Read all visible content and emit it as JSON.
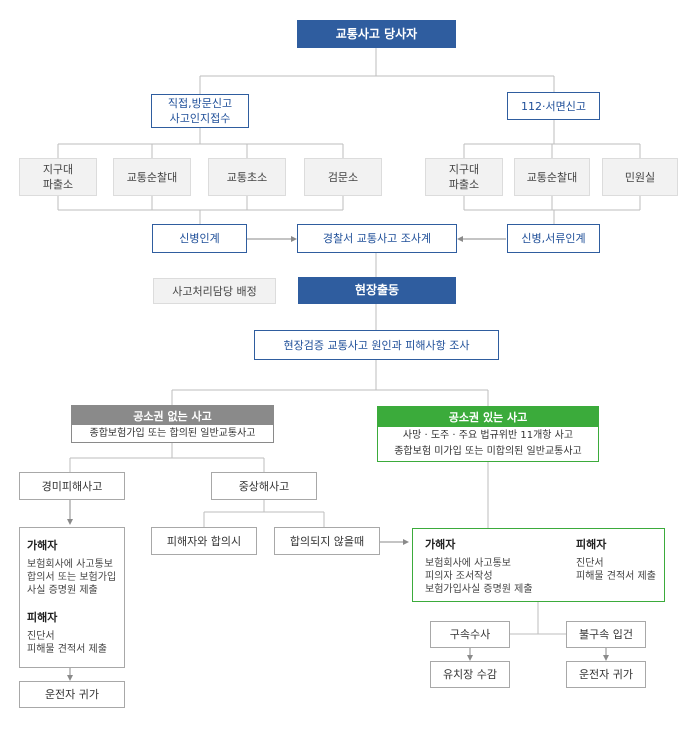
{
  "top": {
    "title": "교통사고 당사자"
  },
  "report": {
    "visit": [
      "직접,방문신고",
      "사고인지접수"
    ],
    "phone": "112·서면신고"
  },
  "offices_left": [
    [
      "지구대",
      "파출소"
    ],
    [
      "교통순찰대"
    ],
    [
      "교통초소"
    ],
    [
      "검문소"
    ]
  ],
  "offices_right": [
    [
      "지구대",
      "파출소"
    ],
    [
      "교통순찰대"
    ],
    [
      "민원실"
    ]
  ],
  "handover": {
    "left": "신병인계",
    "center": "경찰서 교통사고 조사계",
    "right": "신병,서류인계"
  },
  "dispatch": {
    "assign": "사고처리담당 배정",
    "title": "현장출동"
  },
  "investigate": {
    "title": "현장검증 교통사고 원인과 피해사항 조사"
  },
  "no_indict": {
    "title": "공소권 없는 사고",
    "desc": "종합보험가입 또는 합의된 일반교통사고"
  },
  "indict": {
    "title": "공소권 있는 사고",
    "desc": [
      "사망 · 도주 · 주요 법규위반 11개항 사고",
      "종합보험 미가입 또는 미합의된 일반교통사고"
    ]
  },
  "minor": "경미피해사고",
  "serious": "중상해사고",
  "agreed": "피해자와 합의시",
  "not_agreed": "합의되지 않을때",
  "left_detail": {
    "offender_title": "가해자",
    "offender_lines": [
      "보험회사에 사고통보",
      "합의서 또는 보험가입",
      "사실 증명원 제출"
    ],
    "victim_title": "피해자",
    "victim_lines": [
      "진단서",
      "피해물 견적서 제출"
    ]
  },
  "right_detail": {
    "offender_title": "가해자",
    "offender_lines": [
      "보험회사에 사고통보",
      "피의자 조서작성",
      "보험가입사실 증명원 제출"
    ],
    "victim_title": "피해자",
    "victim_lines": [
      "진단서",
      "피해물 견적서 제출"
    ]
  },
  "arrest": "구속수사",
  "no_arrest": "불구속 입건",
  "jail": "유치장 수감",
  "home_left": "운전자 귀가",
  "home_right": "운전자 귀가",
  "colors": {
    "navy": "#2f5d9f",
    "gray_header": "#8a8a8a",
    "green": "#3bab3b",
    "line": "#b8b8b8"
  }
}
